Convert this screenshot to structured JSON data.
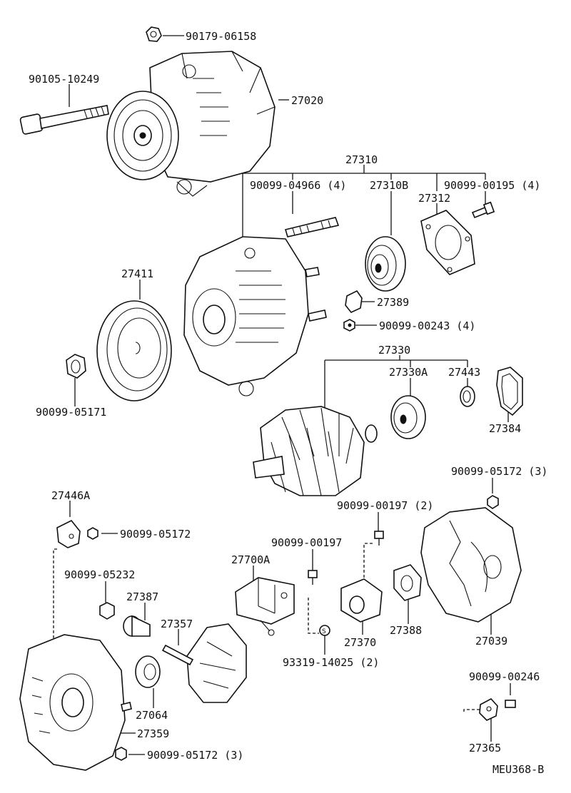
{
  "diagram": {
    "code": "MEU368-B",
    "labels": {
      "nut_top": "90179-06158",
      "bolt_mount": "90105-10249",
      "alternator": "27020",
      "frame_assy": "27310",
      "stud_bolt": "90099-04966 (4)",
      "bearing_front": "27310B",
      "screw_4": "90099-00195 (4)",
      "retainer_plate": "27312",
      "pulley": "27411",
      "clip": "27389",
      "screw_243": "90099-00243 (4)",
      "pulley_nut": "90099-05171",
      "rotor_assy": "27330",
      "bearing_rear": "27330A",
      "cover_ring": "27443",
      "insulator": "27384",
      "nut_5172_3a": "90099-05172 (3)",
      "bracket": "27446A",
      "nut_5172": "90099-05172",
      "screw_197_2": "90099-00197 (2)",
      "screw_197": "90099-00197",
      "regulator": "27700A",
      "nut_5232": "90099-05232",
      "terminal_insulator": "27387",
      "rectifier": "27357",
      "gasket": "27064",
      "rear_frame": "27359",
      "nut_5172_3b": "90099-05172 (3)",
      "screw_stud": "93319-14025 (2)",
      "brush_holder": "27370",
      "brush_cover": "27388",
      "end_cover": "27039",
      "screw_246": "90099-00246",
      "terminal_plate": "27365"
    }
  }
}
